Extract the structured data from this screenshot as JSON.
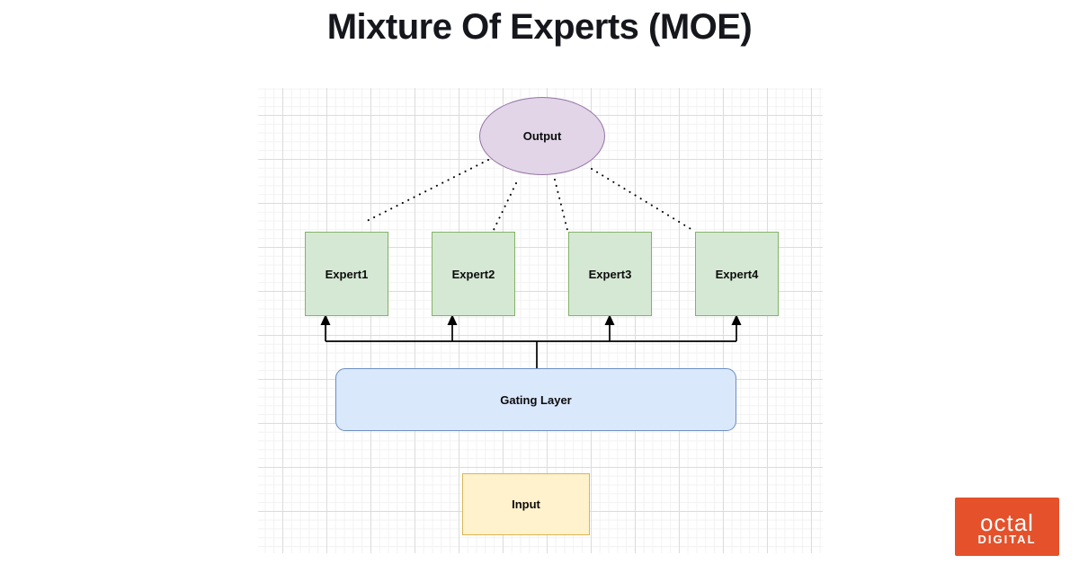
{
  "title": "Mixture Of Experts (MOE)",
  "diagram": {
    "output_label": "Output",
    "experts": [
      "Expert1",
      "Expert2",
      "Expert3",
      "Expert4"
    ],
    "gating_label": "Gating Layer",
    "input_label": "Input"
  },
  "logo": {
    "brand": "octal",
    "subtext": "DIGITAL"
  },
  "colors": {
    "output_fill": "#E1D5E7",
    "output_border": "#9673A6",
    "expert_fill": "#D5E8D4",
    "expert_border": "#82B366",
    "gating_fill": "#DAE8FC",
    "gating_border": "#6C8EBF",
    "input_fill": "#FFF2CC",
    "input_border": "#D6B656",
    "connector": "#000000",
    "title_text": "#15171C",
    "logo_bg": "#E4512B",
    "logo_text": "#FFFFFF"
  }
}
